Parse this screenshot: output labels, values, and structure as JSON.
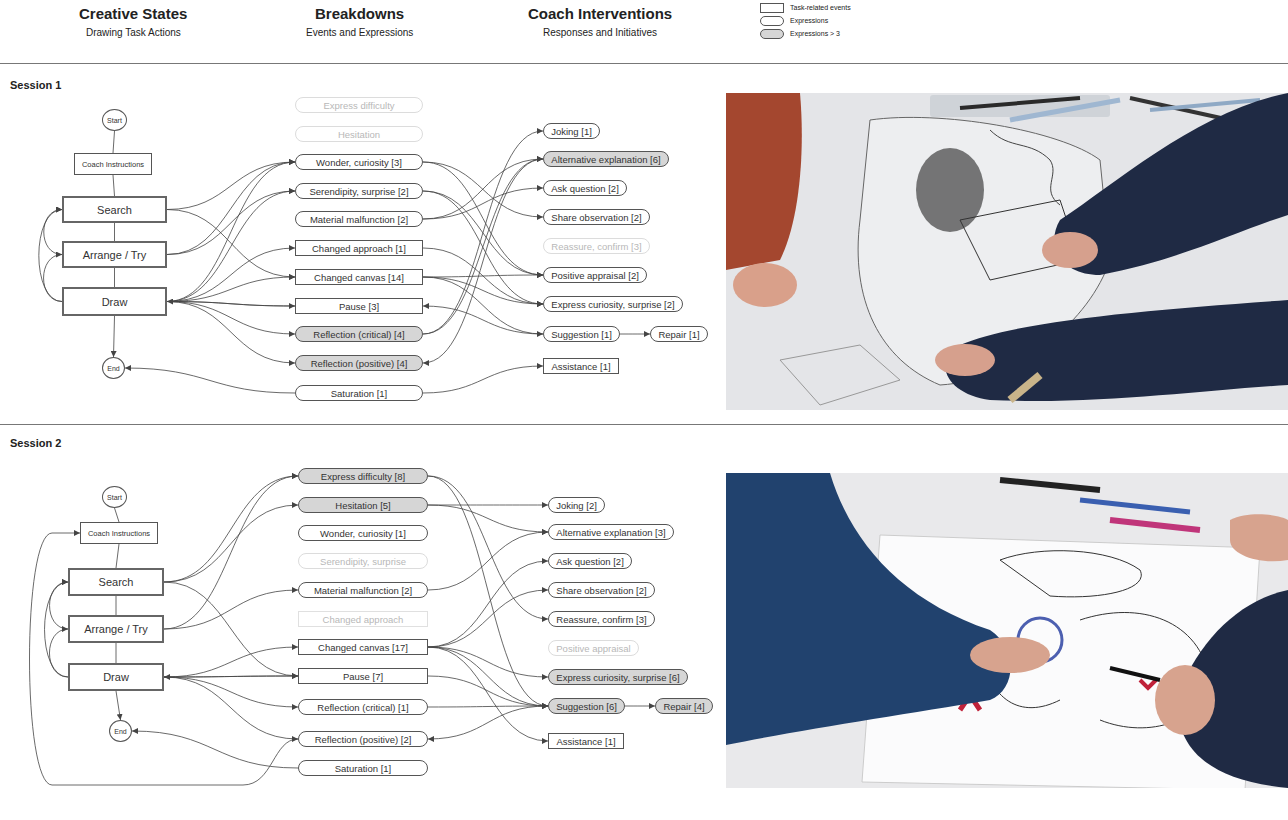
{
  "diagram": {
    "nodes": [
      {
        "text": [
          "Start"
        ]
      },
      {
        "text": [
          "Coach Instructions"
        ]
      },
      {
        "text": [
          "Search"
        ]
      },
      {
        "text": [
          "Arrange / Try"
        ]
      },
      {
        "text": [
          "Draw"
        ]
      },
      {
        "text": [
          "End"
        ]
      },
      {
        "text": [
          "Express difficulty"
        ]
      },
      {
        "text": [
          "Hesitation"
        ]
      },
      {
        "text": [
          "Wonder, curiosity [3]"
        ]
      },
      {
        "text": [
          "Serendipity, surprise [2]"
        ]
      },
      {
        "text": [
          "Material malfunction [2]"
        ]
      },
      {
        "text": [
          "Changed approach [1]"
        ]
      },
      {
        "text": [
          "Changed canvas [14]"
        ]
      },
      {
        "text": [
          "Pause [3]"
        ]
      },
      {
        "text": [
          "Reflection (critical) [4]"
        ]
      },
      {
        "text": [
          "Reflection (positive) [4]"
        ]
      },
      {
        "text": [
          "Saturation [1]"
        ]
      },
      {
        "text": [
          "Joking [1]"
        ]
      },
      {
        "text": [
          "Alternative explanation [6]"
        ]
      },
      {
        "text": [
          "Ask question [2]"
        ]
      },
      {
        "text": [
          "Share observation [2]"
        ]
      },
      {
        "text": [
          "Reassure, confirm [3]"
        ]
      },
      {
        "text": [
          "Positive appraisal [2]"
        ]
      },
      {
        "text": [
          "Express curiosity, surprise [2]"
        ]
      },
      {
        "text": [
          "Suggestion [1]"
        ]
      },
      {
        "text": [
          "Repair [1]"
        ]
      },
      {
        "text": [
          "Assistance [1]"
        ]
      },
      {
        "text": [
          "Start"
        ]
      },
      {
        "text": [
          "Coach Instructions"
        ]
      },
      {
        "text": [
          "Search"
        ]
      },
      {
        "text": [
          "Arrange / Try"
        ]
      },
      {
        "text": [
          "Draw"
        ]
      },
      {
        "text": [
          "End"
        ]
      },
      {
        "text": [
          "Express difficulty [8]"
        ]
      },
      {
        "text": [
          "Hesitation [5]"
        ]
      },
      {
        "text": [
          "Wonder, curiosity [1]"
        ]
      },
      {
        "text": [
          "Serendipity, surprise"
        ]
      },
      {
        "text": [
          "Material malfunction [2]"
        ]
      },
      {
        "text": [
          "Changed approach"
        ]
      },
      {
        "text": [
          "Changed canvas [17]"
        ]
      },
      {
        "text": [
          "Pause [7]"
        ]
      },
      {
        "text": [
          "Reflection (critical) [1]"
        ]
      },
      {
        "text": [
          "Reflection (positive) [2]"
        ]
      },
      {
        "text": [
          "Saturation [1]"
        ]
      },
      {
        "text": [
          "Joking [2]"
        ]
      },
      {
        "text": [
          "Alternative explanation [3]"
        ]
      },
      {
        "text": [
          "Ask question [2]"
        ]
      },
      {
        "text": [
          "Share observation [2]"
        ]
      },
      {
        "text": [
          "Reassure, confirm [3]"
        ]
      },
      {
        "text": [
          "Positive appraisal"
        ]
      },
      {
        "text": [
          "Express curiosity, surprise [6]"
        ]
      },
      {
        "text": [
          "Suggestion [6]"
        ]
      },
      {
        "text": [
          "Repair [4]"
        ]
      },
      {
        "text": [
          "Assistance [1]"
        ]
      }
    ],
    "edges": [
      {
        "from": 0,
        "to": 1,
        "arrow": "none"
      },
      {
        "from": 1,
        "to": 2,
        "arrow": "none"
      },
      {
        "from": 2,
        "to": 3,
        "arrow": "none"
      },
      {
        "from": 3,
        "to": 4,
        "arrow": "none"
      },
      {
        "from": 4,
        "to": 5,
        "arrow": "to"
      },
      {
        "from": 3,
        "to": 2,
        "arrow": "to"
      },
      {
        "from": 4,
        "to": 3,
        "arrow": "to"
      },
      {
        "from": 4,
        "to": 2,
        "arrow": "to"
      },
      {
        "from": 2,
        "to": 8,
        "arrow": "to"
      },
      {
        "from": 2,
        "to": 12,
        "arrow": "to"
      },
      {
        "from": 3,
        "to": 8,
        "arrow": "to"
      },
      {
        "from": 3,
        "to": 9,
        "arrow": "to"
      },
      {
        "from": 4,
        "to": 8,
        "arrow": "to"
      },
      {
        "from": 4,
        "to": 9,
        "arrow": "to"
      },
      {
        "from": 4,
        "to": 11,
        "arrow": "to"
      },
      {
        "from": 4,
        "to": 12,
        "arrow": "to"
      },
      {
        "from": 4,
        "to": 13,
        "arrow": "to"
      },
      {
        "from": 4,
        "to": 14,
        "arrow": "to"
      },
      {
        "from": 4,
        "to": 15,
        "arrow": "to"
      },
      {
        "from": 13,
        "to": 4,
        "arrow": "to"
      },
      {
        "from": 16,
        "to": 5,
        "arrow": "to"
      },
      {
        "from": 8,
        "to": 20,
        "arrow": "to"
      },
      {
        "from": 8,
        "to": 22,
        "arrow": "to"
      },
      {
        "from": 9,
        "to": 23,
        "arrow": "to"
      },
      {
        "from": 9,
        "to": 22,
        "arrow": "to"
      },
      {
        "from": 10,
        "to": 19,
        "arrow": "to"
      },
      {
        "from": 10,
        "to": 18,
        "arrow": "to"
      },
      {
        "from": 11,
        "to": 23,
        "arrow": "to"
      },
      {
        "from": 12,
        "to": 24,
        "arrow": "to"
      },
      {
        "from": 12,
        "to": 23,
        "arrow": "to"
      },
      {
        "from": 12,
        "to": 22,
        "arrow": "to"
      },
      {
        "from": 24,
        "to": 13,
        "arrow": "to"
      },
      {
        "from": 14,
        "to": 18,
        "arrow": "to"
      },
      {
        "from": 14,
        "to": 17,
        "arrow": "to"
      },
      {
        "from": 18,
        "to": 15,
        "arrow": "to"
      },
      {
        "from": 16,
        "to": 26,
        "arrow": "to"
      },
      {
        "from": 24,
        "to": 25,
        "arrow": "to"
      },
      {
        "from": 27,
        "to": 28,
        "arrow": "none"
      },
      {
        "from": 28,
        "to": 29,
        "arrow": "none"
      },
      {
        "from": 29,
        "to": 30,
        "arrow": "none"
      },
      {
        "from": 30,
        "to": 31,
        "arrow": "none"
      },
      {
        "from": 31,
        "to": 32,
        "arrow": "to"
      },
      {
        "from": 30,
        "to": 29,
        "arrow": "to"
      },
      {
        "from": 31,
        "to": 30,
        "arrow": "to"
      },
      {
        "from": 31,
        "to": 29,
        "arrow": "to"
      },
      {
        "from": 29,
        "to": 33,
        "arrow": "to"
      },
      {
        "from": 29,
        "to": 34,
        "arrow": "to"
      },
      {
        "from": 29,
        "to": 40,
        "arrow": "to"
      },
      {
        "from": 30,
        "to": 33,
        "arrow": "to"
      },
      {
        "from": 30,
        "to": 37,
        "arrow": "to"
      },
      {
        "from": 31,
        "to": 39,
        "arrow": "to"
      },
      {
        "from": 31,
        "to": 40,
        "arrow": "to"
      },
      {
        "from": 31,
        "to": 41,
        "arrow": "to"
      },
      {
        "from": 31,
        "to": 42,
        "arrow": "to"
      },
      {
        "from": 40,
        "to": 31,
        "arrow": "to"
      },
      {
        "from": 43,
        "to": 32,
        "arrow": "to"
      },
      {
        "from": 42,
        "to": 28,
        "arrow": "to"
      },
      {
        "from": 33,
        "to": 48,
        "arrow": "to"
      },
      {
        "from": 33,
        "to": 51,
        "arrow": "to"
      },
      {
        "from": 34,
        "to": 44,
        "arrow": "to"
      },
      {
        "from": 34,
        "to": 45,
        "arrow": "to"
      },
      {
        "from": 37,
        "to": 45,
        "arrow": "to"
      },
      {
        "from": 39,
        "to": 46,
        "arrow": "to"
      },
      {
        "from": 39,
        "to": 47,
        "arrow": "to"
      },
      {
        "from": 39,
        "to": 50,
        "arrow": "to"
      },
      {
        "from": 39,
        "to": 51,
        "arrow": "to"
      },
      {
        "from": 39,
        "to": 53,
        "arrow": "to"
      },
      {
        "from": 40,
        "to": 51,
        "arrow": "to"
      },
      {
        "from": 41,
        "to": 51,
        "arrow": "to"
      },
      {
        "from": 51,
        "to": 42,
        "arrow": "to"
      },
      {
        "from": 51,
        "to": 52,
        "arrow": "to"
      }
    ],
    "labels": [
      "Creative States",
      "Drawing Task Actions",
      "Breakdowns",
      "Events and Expressions",
      "Coach Interventions",
      "Responses and Initiatives",
      "Session 1",
      "Session 2"
    ],
    "legend": [
      {
        "text": "Task-related events"
      },
      {
        "text": "Expressions"
      },
      {
        "text": "Expressions > 3",
        "color": "#d6d6d6"
      }
    ]
  }
}
